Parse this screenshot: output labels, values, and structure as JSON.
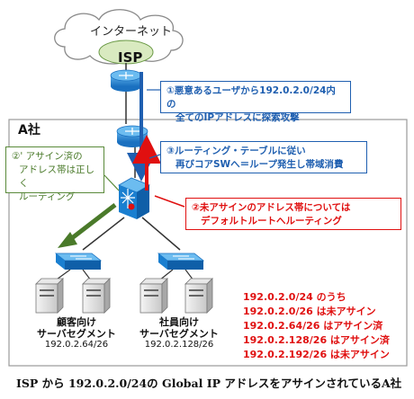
{
  "cloud": {
    "label": "インターネット",
    "isp": "ISP"
  },
  "company": {
    "label": "A社"
  },
  "notes": {
    "attack": [
      "①悪意あるユーザから192.0.2.0/24内の",
      "全てのIPアドレスに探索攻撃"
    ],
    "loop": [
      "③ルーティング・テーブルに従い",
      "再びコアSWへ＝ループ発生し帯域消費"
    ],
    "assigned": [
      "②' アサイン済の",
      "アドレス帯は正しく",
      "ルーティング"
    ],
    "unassigned": [
      "②未アサインのアドレス帯については",
      "デフォルトルートへルーティング"
    ]
  },
  "segments": [
    {
      "name": "顧客向け",
      "name2": "サーバセグメント",
      "ip": "192.0.2.64/26"
    },
    {
      "name": "社員向け",
      "name2": "サーバセグメント",
      "ip": "192.0.2.128/26"
    }
  ],
  "allocations": [
    "192.0.2.0/24 のうち",
    "192.0.2.0/26 は未アサイン",
    "192.0.2.64/26 はアサイン済",
    "192.0.2.128/26 はアサイン済",
    "192.0.2.192/26 は未アサイン"
  ],
  "caption": "ISP から 192.0.2.0/24の Global IP アドレスをアサインされているA社",
  "colors": {
    "blue": "#1f5fb0",
    "red": "#e01010",
    "green": "#4a7a2a",
    "device": "#1a7fd0",
    "cloud": "#d9eac0"
  },
  "icons": [
    "cloud-icon",
    "router-icon",
    "core-switch-icon",
    "access-switch-icon",
    "server-icon"
  ]
}
